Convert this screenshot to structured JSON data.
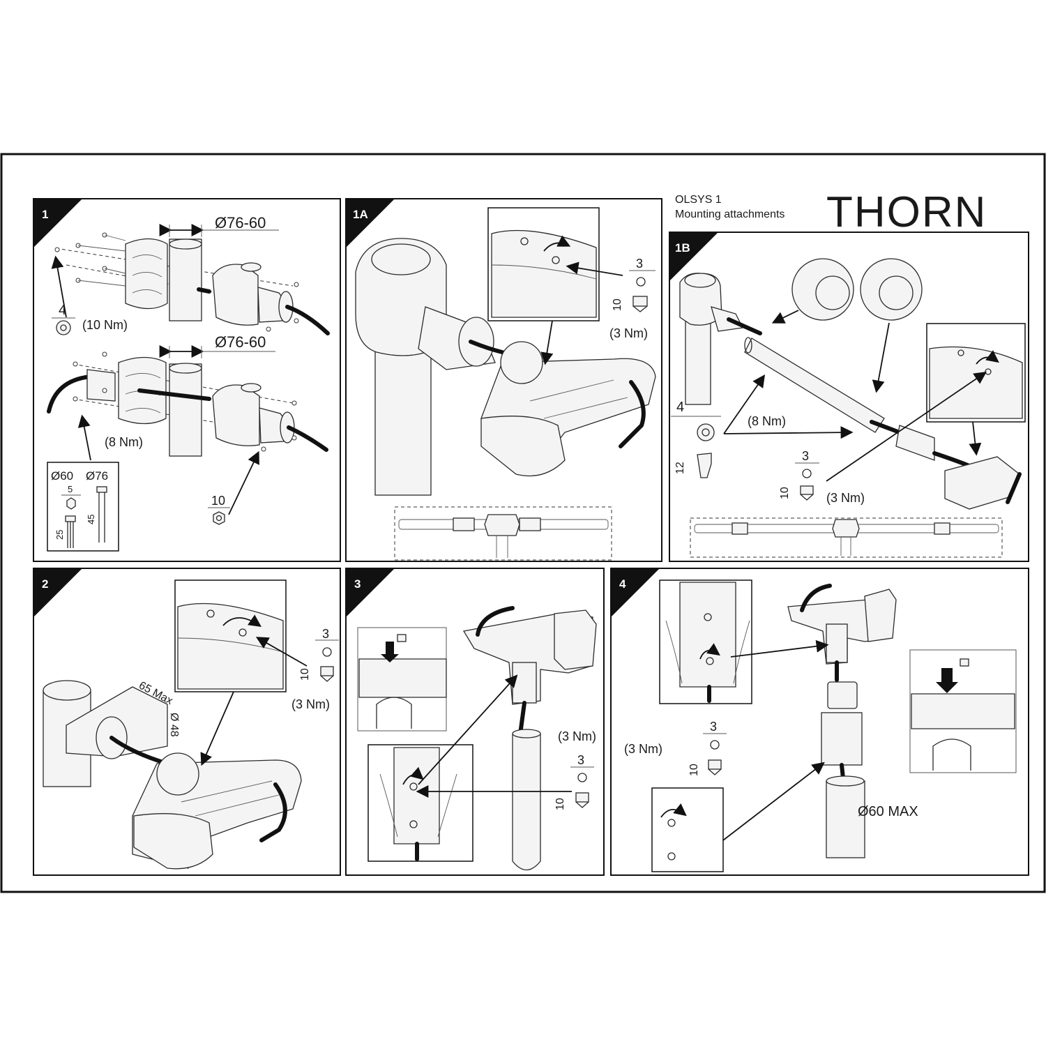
{
  "header": {
    "product": "OLSYS 1",
    "subtitle": "Mounting attachments",
    "brand": "THORN"
  },
  "panels": {
    "p1": {
      "step": "1",
      "dia_top": "Ø76-60",
      "dia_mid": "Ø76-60",
      "key_a": "4",
      "torque_a": "(10 Nm)",
      "torque_b": "(8 Nm)",
      "key_b": "10",
      "inset": {
        "d60": "Ø60",
        "d76": "Ø76",
        "w5": "5",
        "h45": "45",
        "h25": "25"
      }
    },
    "p1a": {
      "step": "1A",
      "key": "3",
      "len": "10",
      "torque": "(3 Nm)"
    },
    "p1b": {
      "step": "1B",
      "key_a": "4",
      "torque_a": "(8 Nm)",
      "len_a": "12",
      "key_b": "3",
      "len_b": "10",
      "torque_b": "(3 Nm)"
    },
    "p2": {
      "step": "2",
      "key": "3",
      "len": "10",
      "torque": "(3 Nm)",
      "dim_max": "65 Max",
      "dim_dia": "Ø 48"
    },
    "p3": {
      "step": "3",
      "torque": "(3 Nm)",
      "key": "3",
      "len": "10"
    },
    "p4": {
      "step": "4",
      "torque": "(3 Nm)",
      "key": "3",
      "len": "10",
      "dia_max": "Ø60 MAX"
    }
  }
}
